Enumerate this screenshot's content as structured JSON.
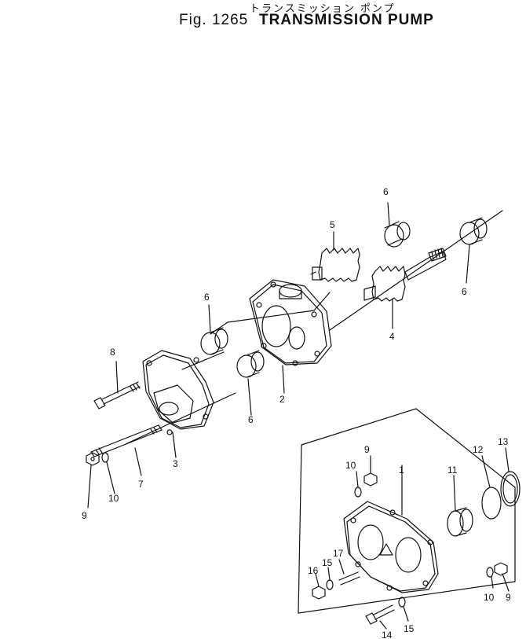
{
  "header": {
    "title_jp": "トランスミッション ポンプ",
    "fig_label": "Fig. 1265",
    "title": "TRANSMISSION PUMP"
  },
  "callouts": {
    "c1": "1",
    "c2": "2",
    "c3": "3",
    "c4": "4",
    "c5": "5",
    "c6a": "6",
    "c6b": "6",
    "c6c": "6",
    "c6d": "6",
    "c7": "7",
    "c8": "8",
    "c9a": "9",
    "c9b": "9",
    "c9c": "9",
    "c10a": "10",
    "c10b": "10",
    "c10c": "10",
    "c11": "11",
    "c12": "12",
    "c13": "13",
    "c14": "14",
    "c15a": "15",
    "c15b": "15",
    "c16": "16",
    "c17": "17"
  },
  "colors": {
    "ink": "#111111",
    "paper": "#ffffff"
  }
}
